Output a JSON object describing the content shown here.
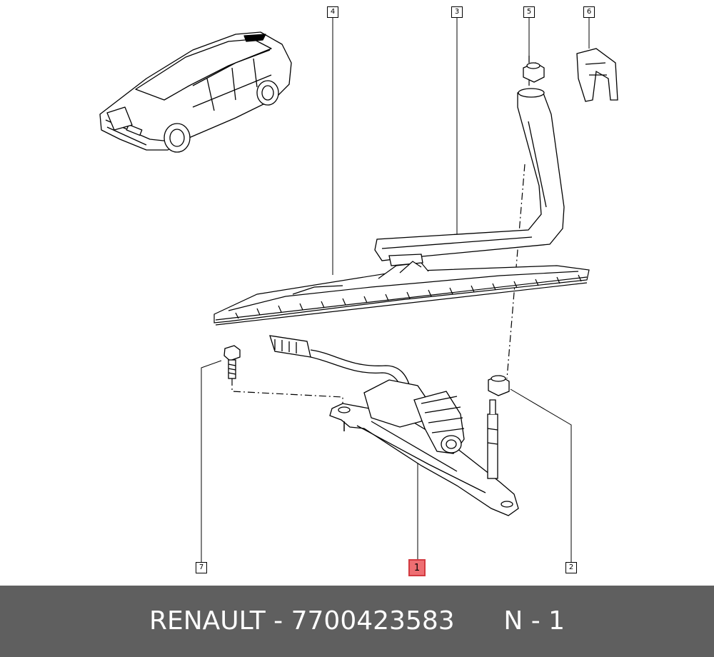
{
  "callouts": {
    "p1": "1",
    "p2": "2",
    "p3": "3",
    "p4": "4",
    "p5": "5",
    "p6": "6",
    "p7": "7"
  },
  "highlighted_part": "1",
  "colors": {
    "footer_bg": "#5f5f5f",
    "footer_text": "#ffffff",
    "highlight": "#ee6e72",
    "line": "#000000"
  },
  "footer": {
    "brand": "RENAULT",
    "separator": " - ",
    "part_number": "7700423583",
    "ref": "N - 1"
  }
}
